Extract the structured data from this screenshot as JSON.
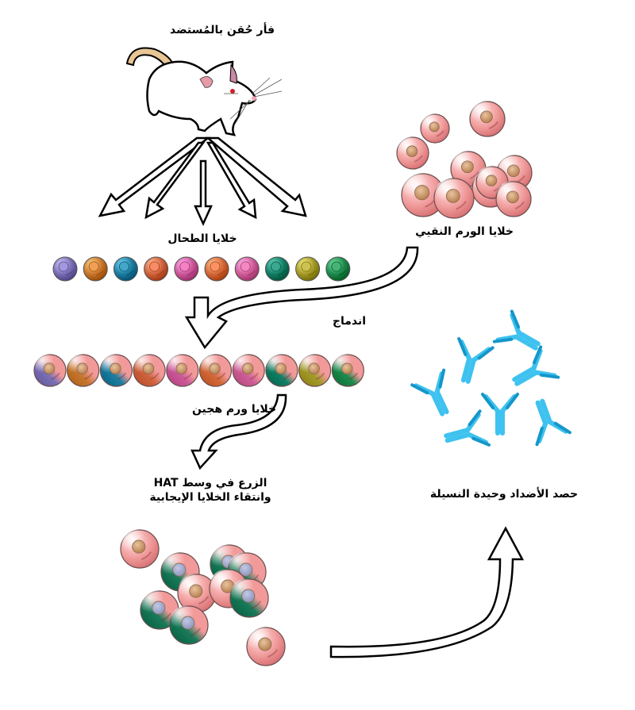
{
  "labels": {
    "mouse": "فأر حُقن بالمُستضد",
    "spleen_cells": "خلايا الطحال",
    "myeloma_cells": "خلايا الورم النقيي",
    "fusion": "اندماج",
    "hybridoma_cells": "خلايا ورم هجين",
    "hat_line1": "الزرع في وسط HAT",
    "hat_line2": "وانتقاء الخلايا الإيجابية",
    "harvest": "حصد الأضداد وحيدة النسيلة"
  },
  "spleen_cell_colors": [
    "#7b6fb5",
    "#c8782e",
    "#1e7ea0",
    "#d0643e",
    "#cc5a9a",
    "#d46a3a",
    "#cf5f98",
    "#127f66",
    "#a39a2a",
    "#1f8a4d"
  ],
  "colors": {
    "myeloma": "#f29a9a",
    "selected_green": "#1a7a5a",
    "antibody": "#3ec2ef",
    "antibody_dark": "#1596c9",
    "mouse_tail": "#e8c594",
    "mouse_ear": "#e89aa8",
    "nucleus": "#c9956a"
  }
}
